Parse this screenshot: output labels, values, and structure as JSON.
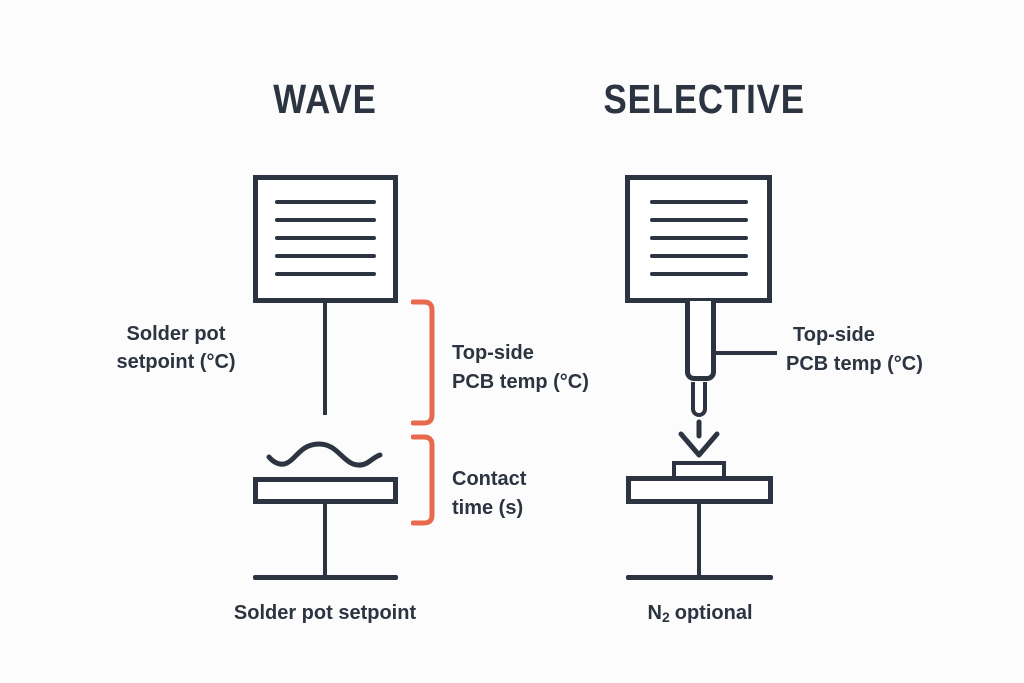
{
  "colors": {
    "ink": "#2b3440",
    "accent": "#e9694f",
    "background": "#fcfcfc"
  },
  "wave": {
    "title": "WAVE",
    "labels": {
      "solder_pot_setpoint": {
        "line1": "Solder pot",
        "line2": "setpoint (°C)"
      },
      "top_side_pcb_temp": {
        "line1": "Top-side",
        "line2": "PCB temp (°C)"
      },
      "contact_time": {
        "line1": "Contact",
        "line2": "time (s)"
      }
    },
    "caption": "Solder pot setpoint"
  },
  "selective": {
    "title": "SELECTIVE",
    "labels": {
      "top_side_pcb_temp": {
        "line1": "Top-side",
        "line2": "PCB temp (°C)"
      }
    },
    "caption": {
      "element": "N",
      "subscript": "2",
      "rest": "optional"
    }
  },
  "icons": {
    "solder_wave": "solder-wave-icon",
    "down_arrow": "down-arrow-icon",
    "bracket_top": "bracket-top-side-icon",
    "bracket_contact": "bracket-contact-time-icon"
  }
}
